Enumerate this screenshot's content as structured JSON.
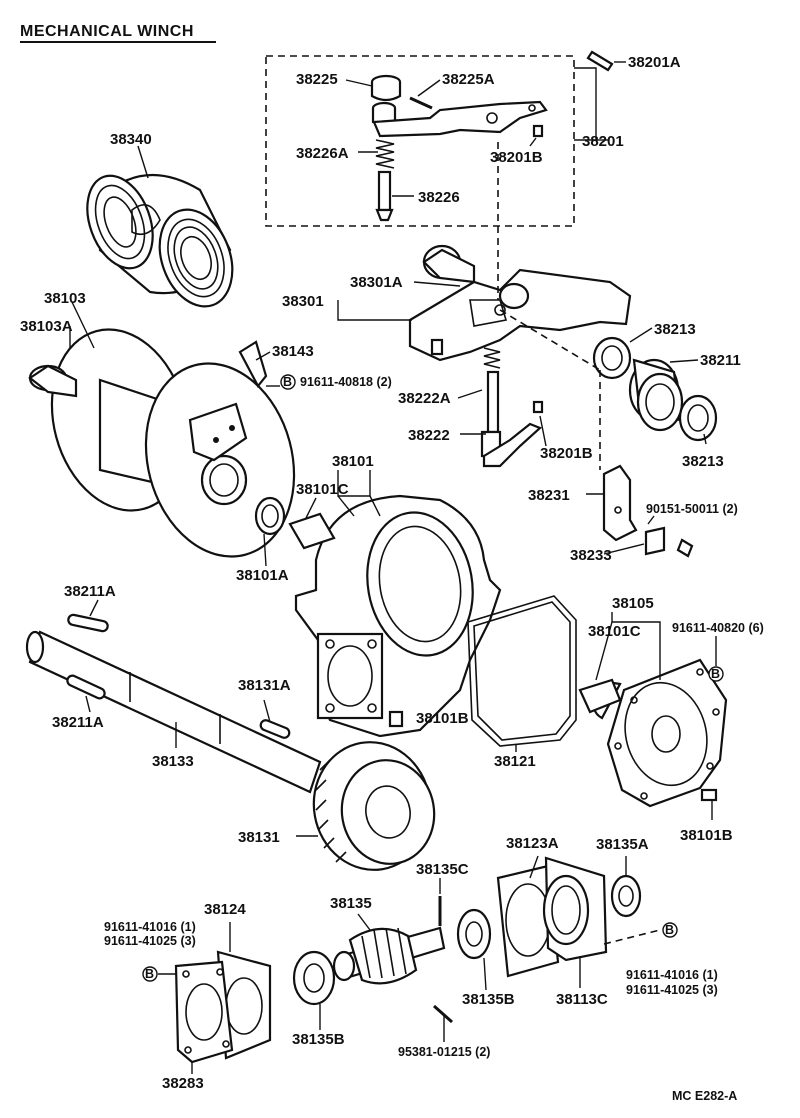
{
  "title": "MECHANICAL WINCH",
  "footer": "MC  E282-A",
  "labels": {
    "p38201A": "38201A",
    "p38225": "38225",
    "p38225A": "38225A",
    "p38226A": "38226A",
    "p38201B_top": "38201B",
    "p38201": "38201",
    "p38226": "38226",
    "p38340": "38340",
    "p38301A": "38301A",
    "p38301": "38301",
    "p38103": "38103",
    "p38103A": "38103A",
    "p38143": "38143",
    "p91611_40818": "91611-40818 (2)",
    "p38213_top": "38213",
    "p38211": "38211",
    "p38222A": "38222A",
    "p38222": "38222",
    "p38201B_mid": "38201B",
    "p38213_bot": "38213",
    "p38101": "38101",
    "p38101C_top": "38101C",
    "p38231": "38231",
    "p90151_50011": "90151-50011 (2)",
    "p38101A": "38101A",
    "p38233": "38233",
    "p38211A_top": "38211A",
    "p38105": "38105",
    "p91611_40820": "91611-40820 (6)",
    "p38101C_right": "38101C",
    "p38131A": "38131A",
    "p38211A_bot": "38211A",
    "p38101B_mid": "38101B",
    "p38133": "38133",
    "p38121": "38121",
    "p38101B_right": "38101B",
    "p38131": "38131",
    "p38123A": "38123A",
    "p38135A": "38135A",
    "p38135C": "38135C",
    "p38124": "38124",
    "p38135": "38135",
    "p91611_41016_left": "91611-41016 (1)",
    "p91611_41025_left": "91611-41025 (3)",
    "p38135B_right": "38135B",
    "p38113C": "38113C",
    "p91611_41016_right": "91611-41016 (1)",
    "p91611_41025_right": "91611-41025 (3)",
    "p38135B_left": "38135B",
    "p38283": "38283",
    "p95381_01215": "95381-01215 (2)"
  },
  "markers": {
    "bolt_marker": "B"
  }
}
